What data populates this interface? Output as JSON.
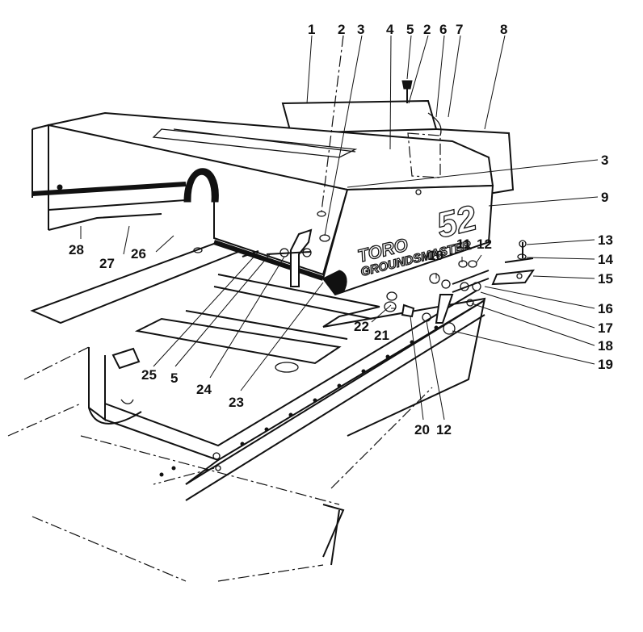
{
  "diagram": {
    "brand_main": "TORO",
    "brand_sub": "GROUNDSMASTER",
    "brand_model": "52",
    "callouts": [
      {
        "id": "c1",
        "text": "1"
      },
      {
        "id": "c2a",
        "text": "2"
      },
      {
        "id": "c3a",
        "text": "3"
      },
      {
        "id": "c4",
        "text": "4"
      },
      {
        "id": "c5a",
        "text": "5"
      },
      {
        "id": "c2b",
        "text": "2"
      },
      {
        "id": "c6",
        "text": "6"
      },
      {
        "id": "c7",
        "text": "7"
      },
      {
        "id": "c8",
        "text": "8"
      },
      {
        "id": "c3b",
        "text": "3"
      },
      {
        "id": "c9",
        "text": "9"
      },
      {
        "id": "c13",
        "text": "13"
      },
      {
        "id": "c10",
        "text": "10"
      },
      {
        "id": "c11",
        "text": "11"
      },
      {
        "id": "c12a",
        "text": "12"
      },
      {
        "id": "c14",
        "text": "14"
      },
      {
        "id": "c15",
        "text": "15"
      },
      {
        "id": "c16",
        "text": "16"
      },
      {
        "id": "c17",
        "text": "17"
      },
      {
        "id": "c18",
        "text": "18"
      },
      {
        "id": "c19",
        "text": "19"
      },
      {
        "id": "c22",
        "text": "22"
      },
      {
        "id": "c21",
        "text": "21"
      },
      {
        "id": "c20",
        "text": "20"
      },
      {
        "id": "c12b",
        "text": "12"
      },
      {
        "id": "c28",
        "text": "28"
      },
      {
        "id": "c27",
        "text": "27"
      },
      {
        "id": "c26",
        "text": "26"
      },
      {
        "id": "c25",
        "text": "25"
      },
      {
        "id": "c5b",
        "text": "5"
      },
      {
        "id": "c24",
        "text": "24"
      },
      {
        "id": "c23",
        "text": "23"
      }
    ]
  }
}
